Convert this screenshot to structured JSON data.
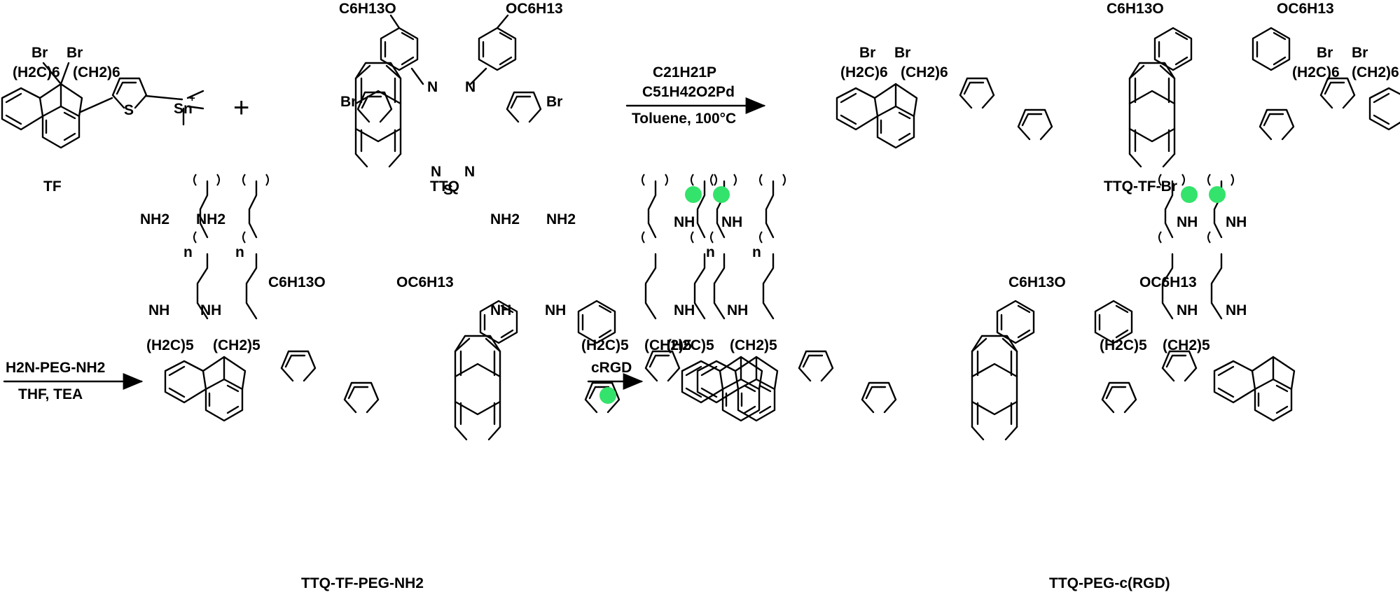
{
  "scheme": {
    "reagent_TF": {
      "label": "TF",
      "substituent_left": "(H2C)6",
      "substituent_right": "(CH2)6",
      "halogen": "Br",
      "tin": "Sn"
    },
    "reagent_TTQ": {
      "label": "TTQ",
      "alkoxy_left": "C6H13O",
      "alkoxy_right": "OC6H13",
      "halogen": "Br"
    },
    "plus_sign": "+",
    "step1": {
      "reagent_1": "C21H21P",
      "reagent_2": "C51H42O2Pd",
      "conditions": "Toluene, 100°C"
    },
    "product_1": {
      "label": "TTQ-TF-Br"
    },
    "step2": {
      "reagent": "H2N-PEG-NH2",
      "conditions": "THF, TEA"
    },
    "product_2": {
      "label": "TTQ-TF-PEG-NH2",
      "chain_left": "(H2C)5",
      "chain_right": "(CH2)5",
      "amine_terminal": "NH2",
      "amine_linker": "NH",
      "repeat_unit": "n"
    },
    "step3": {
      "reagent": "cRGD"
    },
    "product_3": {
      "label": "TTQ-PEG-c(RGD)"
    },
    "atoms": {
      "nitrogen": "N",
      "sulfur": "S",
      "oxygen": "O"
    },
    "colors": {
      "crgd_marker": "#33e36b",
      "ink": "#000000"
    }
  }
}
